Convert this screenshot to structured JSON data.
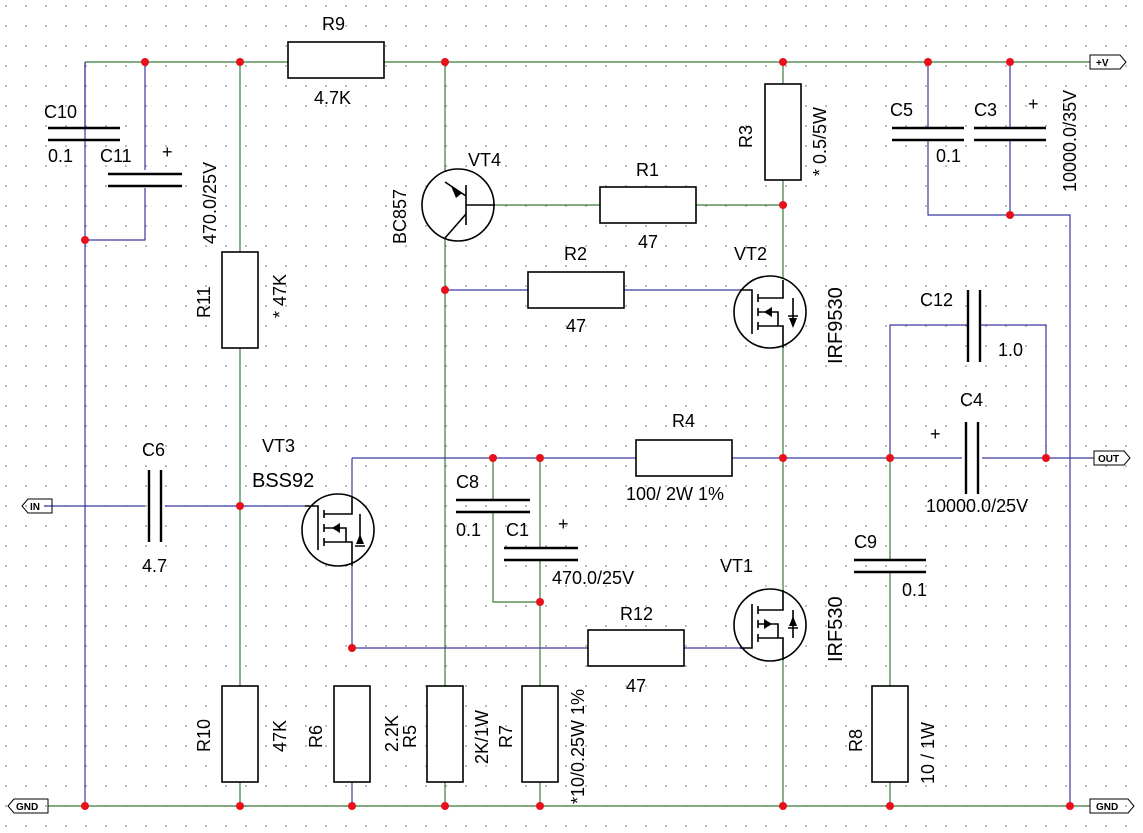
{
  "ports": {
    "in": "IN",
    "out": "OUT",
    "vplus": "+V",
    "gnd_left": "GND",
    "gnd_right": "GND"
  },
  "components": {
    "r9": {
      "ref": "R9",
      "value": "4.7K"
    },
    "r1": {
      "ref": "R1",
      "value": "47"
    },
    "r2": {
      "ref": "R2",
      "value": "47"
    },
    "r3": {
      "ref": "R3",
      "value": "* 0.5/5W"
    },
    "r4": {
      "ref": "R4",
      "value": "100/ 2W 1%"
    },
    "r5": {
      "ref": "R5",
      "value": "2K/1W"
    },
    "r6": {
      "ref": "R6",
      "value": "2.2K"
    },
    "r7": {
      "ref": "R7",
      "value": "*10/0.25W 1%"
    },
    "r8": {
      "ref": "R8",
      "value": "10 / 1W"
    },
    "r10": {
      "ref": "R10",
      "value": "47K"
    },
    "r11": {
      "ref": "R11",
      "value": "* 47K"
    },
    "r12": {
      "ref": "R12",
      "value": "47"
    },
    "c1": {
      "ref": "C1",
      "value": "470.0/25V"
    },
    "c3": {
      "ref": "C3",
      "value": "10000.0/35V"
    },
    "c4": {
      "ref": "C4",
      "value": "10000.0/25V"
    },
    "c5": {
      "ref": "C5",
      "value": "0.1"
    },
    "c6": {
      "ref": "C6",
      "value": "4.7"
    },
    "c8": {
      "ref": "C8",
      "value": "0.1"
    },
    "c9": {
      "ref": "C9",
      "value": "0.1"
    },
    "c10": {
      "ref": "C10",
      "value": "0.1"
    },
    "c11": {
      "ref": "C11",
      "value": "470.0/25V"
    },
    "c12": {
      "ref": "C12",
      "value": "1.0"
    },
    "vt1": {
      "ref": "VT1",
      "value": "IRF530"
    },
    "vt2": {
      "ref": "VT2",
      "value": "IRF9530"
    },
    "vt3": {
      "ref": "VT3",
      "value": "BSS92"
    },
    "vt4": {
      "ref": "VT4",
      "value": "BC857"
    }
  },
  "polarity_mark": "+"
}
